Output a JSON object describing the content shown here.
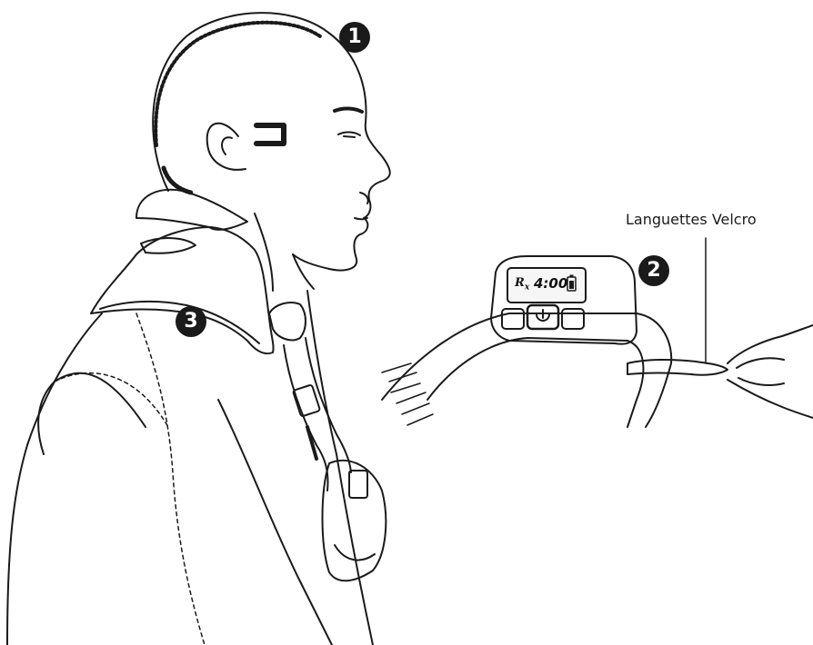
{
  "markers": {
    "one": "1",
    "two": "2",
    "three": "3"
  },
  "callout": {
    "velcro_label": "Languettes Velcro"
  },
  "device_screen": {
    "rx": "R",
    "rx_sub": "x",
    "time": "4:00"
  },
  "icons": [
    "power-icon",
    "battery-icon"
  ],
  "colors": {
    "ink": "#1a1a1a",
    "background": "#ffffff"
  }
}
